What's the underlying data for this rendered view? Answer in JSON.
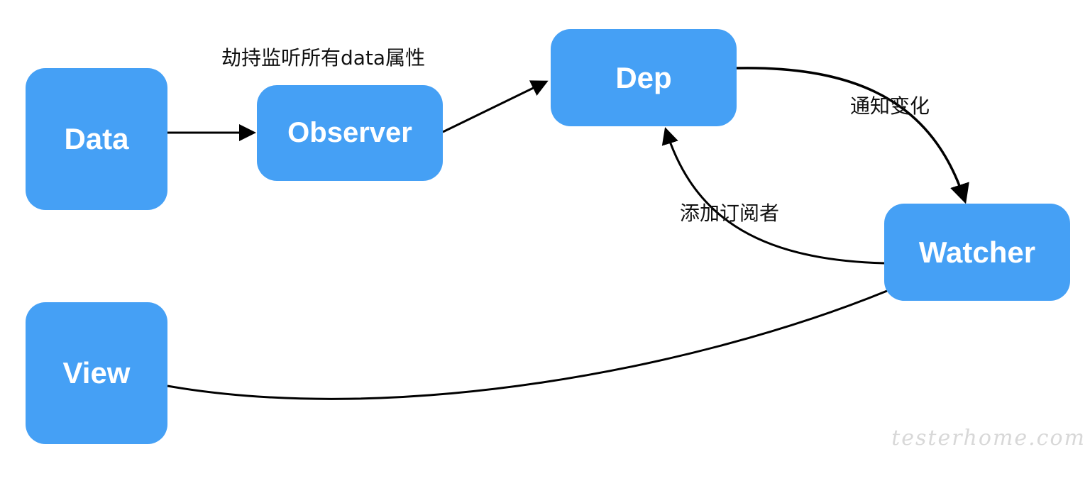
{
  "nodes": {
    "data": "Data",
    "observer": "Observer",
    "dep": "Dep",
    "watcher": "Watcher",
    "view": "View"
  },
  "edge_labels": {
    "observe": "劫持监听所有data属性",
    "notify": "通知变化",
    "subscribe": "添加订阅者"
  },
  "watermark": "testerhome.com",
  "colors": {
    "node_fill": "#45a0f5",
    "node_text": "#ffffff",
    "edge": "#000000"
  }
}
